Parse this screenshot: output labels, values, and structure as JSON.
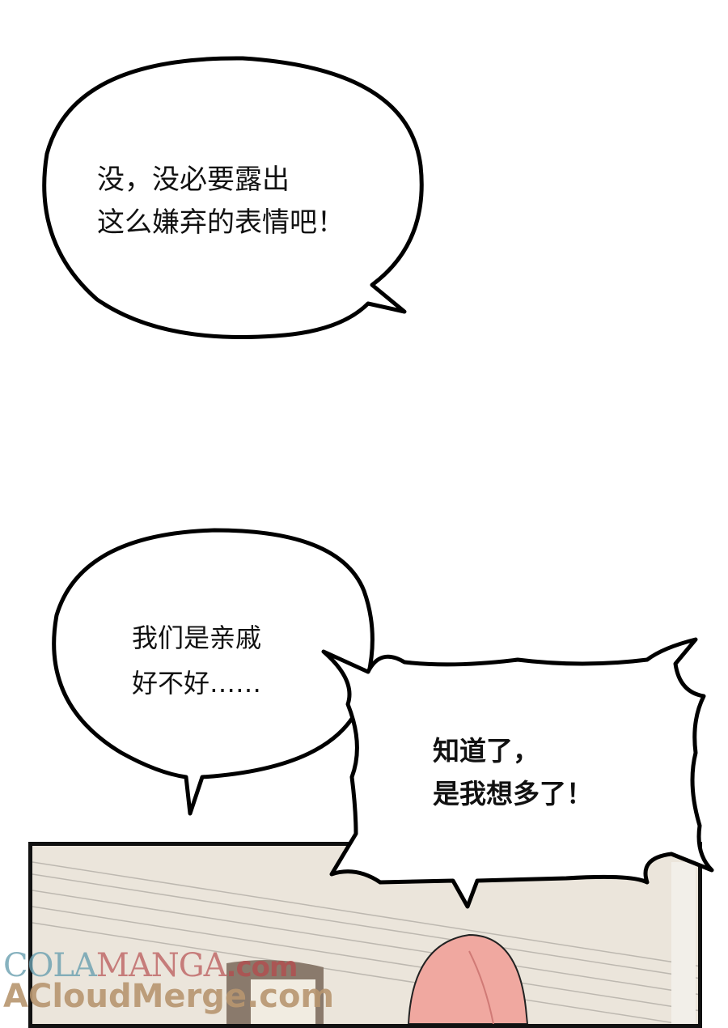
{
  "bubbles": {
    "first": {
      "line1": "没，没必要露出",
      "line2": "这么嫌弃的表情吧！"
    },
    "second": {
      "line1": "我们是亲戚",
      "line2": "好不好……"
    },
    "third": {
      "line1": "知道了，",
      "line2": "是我想多了！"
    }
  },
  "watermark": {
    "part1": "COLA",
    "part2": "MANGA",
    "part3": ".com",
    "line2": "ACloudMerge.com"
  }
}
